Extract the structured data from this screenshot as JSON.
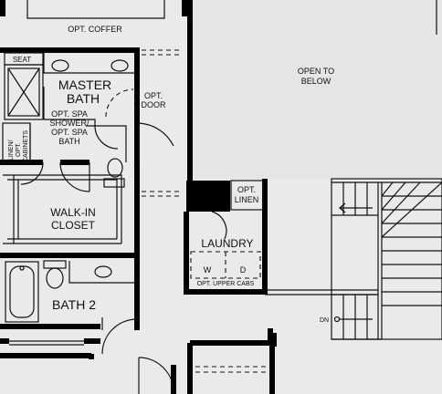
{
  "plan": {
    "rooms": {
      "opt_coffer": "OPT. COFFER",
      "seat": "SEAT",
      "master_bath_l1": "MASTER",
      "master_bath_l2": "BATH",
      "opt_door_l1": "OPT.",
      "opt_door_l2": "DOOR",
      "spa_l1": "OPT. SPA",
      "spa_l2": "SHOWER/",
      "spa_l3": "OPT. SPA",
      "spa_l4": "BATH",
      "linen_l1": "LINEN/",
      "linen_l2": "OPT.",
      "linen_l3": "CABINETS",
      "walk_in_l1": "WALK-IN",
      "walk_in_l2": "CLOSET",
      "opt_linen_l1": "OPT.",
      "opt_linen_l2": "LINEN",
      "laundry": "LAUNDRY",
      "washer": "W",
      "dryer": "D",
      "upper_cabs": "OPT. UPPER CABS",
      "bath2": "BATH 2",
      "open_below_l1": "OPEN TO",
      "open_below_l2": "BELOW",
      "dn": "DN"
    }
  }
}
